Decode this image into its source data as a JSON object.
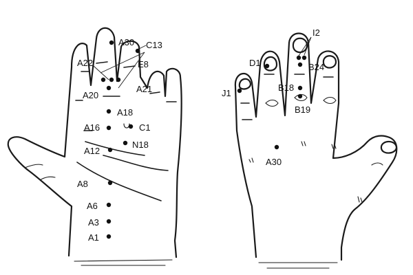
{
  "figure": {
    "palm_labels": {
      "a30": "A30",
      "c13": "C13",
      "a22": "A22",
      "e8": "E8",
      "a20": "A20",
      "a21": "A21",
      "a18": "A18",
      "a16": "A16",
      "c1": "C1",
      "n18": "N18",
      "a12": "A12",
      "a8": "A8",
      "a6": "A6",
      "a3": "A3",
      "a1": "A1"
    },
    "back_labels": {
      "i2": "I2",
      "d1": "D1",
      "b24": "B24",
      "j1": "J1",
      "b18": "B18",
      "b19": "B19",
      "a30": "A30"
    },
    "colors": {
      "line": "#1a1a1a",
      "point": "#111111",
      "background": "#ffffff"
    }
  }
}
